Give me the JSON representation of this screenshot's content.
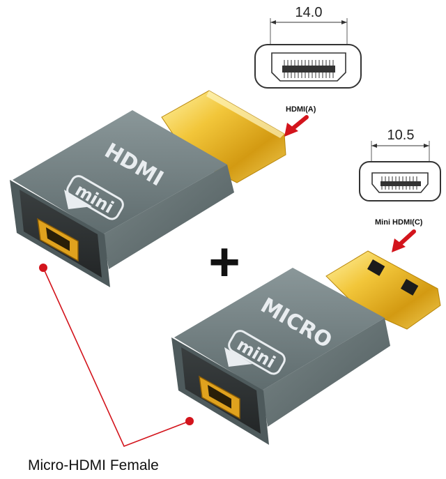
{
  "top_diagram": {
    "dimension": "14.0",
    "connector_label": "HDMI(A)"
  },
  "bottom_diagram": {
    "dimension": "10.5",
    "connector_label": "Mini HDMI(C)"
  },
  "plus_sign": "+",
  "adapter_top": {
    "brand_text": "HDMI",
    "badge_text": "mini"
  },
  "adapter_bottom": {
    "brand_text": "MICRO",
    "badge_text": "mini"
  },
  "caption": "Micro-HDMI Female",
  "colors": {
    "pointer_red": "#d3141c",
    "shell_gray": "#6a787a",
    "gold": "#e8b520"
  }
}
